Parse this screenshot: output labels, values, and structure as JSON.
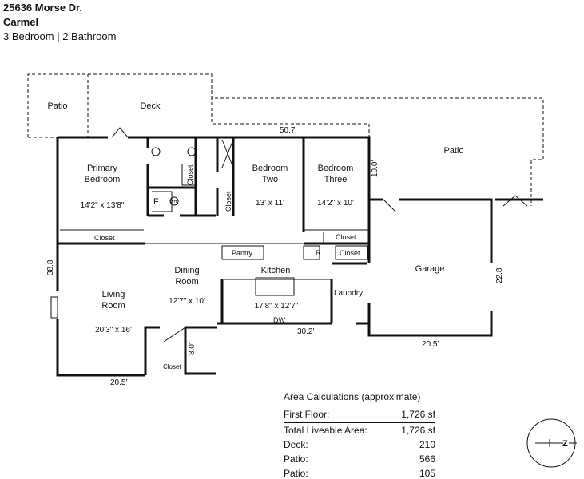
{
  "header": {
    "address": "25636 Morse Dr.",
    "city": "Carmel",
    "summary": "3 Bedroom | 2 Bathroom"
  },
  "rooms": {
    "patio1": "Patio",
    "deck": "Deck",
    "patio2": "Patio",
    "primary1": "Primary",
    "primary2": "Bedroom",
    "primary_dim": "14'2\" x 13'8\"",
    "bed2a": "Bedroom",
    "bed2b": "Two",
    "bed2_dim": "13' x 11'",
    "bed3a": "Bedroom",
    "bed3b": "Three",
    "bed3_dim": "14'2\" x 10'",
    "closet": "Closet",
    "f": "F",
    "wh": "WH",
    "r": "R",
    "pantry": "Pantry",
    "dw": "DW",
    "kitchen": "Kitchen",
    "kitchen_dim": "17'8\" x 12'7\"",
    "dining1": "Dining",
    "dining2": "Room",
    "dining_dim": "12'7\" x 10'",
    "living1": "Living",
    "living2": "Room",
    "living_dim": "20'3\" x 16'",
    "laundry": "Laundry",
    "garage": "Garage"
  },
  "dims": {
    "d507": "50.7'",
    "d100": "10.0'",
    "d388": "38.8'",
    "d228": "22.8'",
    "d302": "30.2'",
    "d205a": "20.5'",
    "d205b": "20.5'",
    "d80": "8.0'"
  },
  "area": {
    "title": "Area Calculations (approximate)",
    "rows": [
      {
        "label": "First Floor:",
        "value": "1,726 sf"
      },
      {
        "label": "Total Liveable Area:",
        "value": "1,726 sf"
      },
      {
        "label": "Deck:",
        "value": "210"
      },
      {
        "label": "Patio:",
        "value": "566"
      },
      {
        "label": "Patio:",
        "value": "105"
      }
    ]
  },
  "compass": {
    "north_label": "N"
  }
}
